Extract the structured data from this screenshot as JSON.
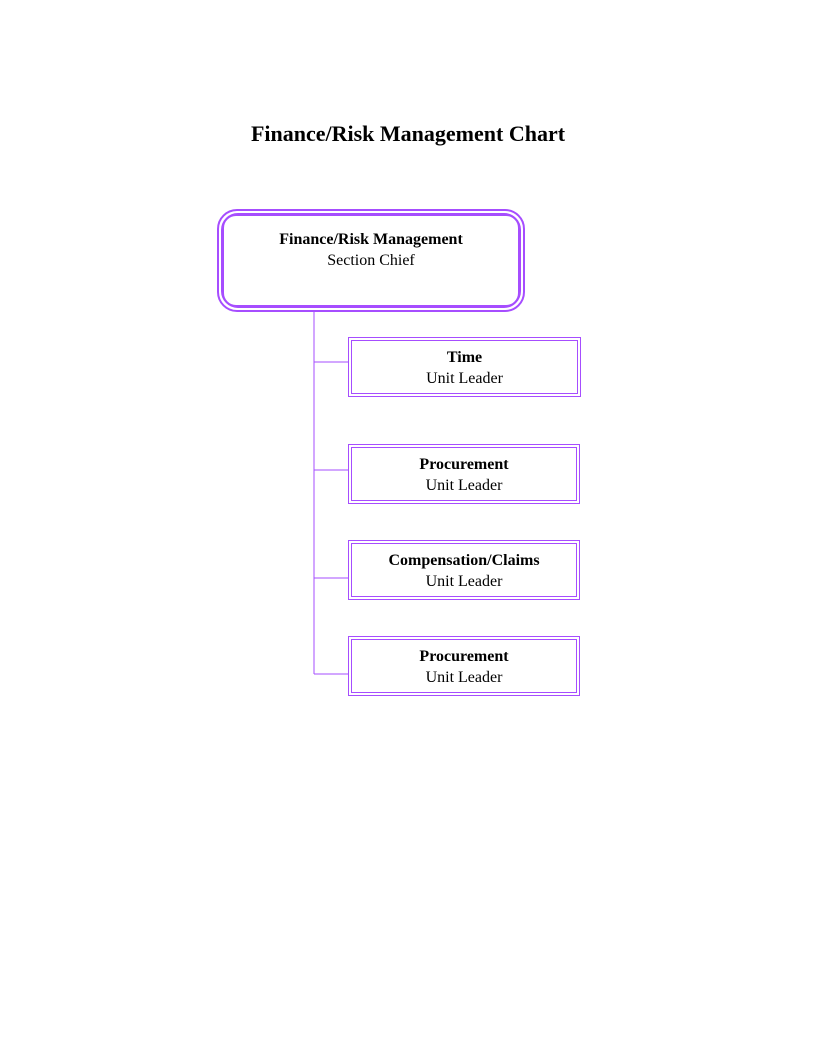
{
  "title": "Finance/Risk Management Chart",
  "colors": {
    "outline": "#a64dff",
    "text": "#000000",
    "background": "#ffffff"
  },
  "chief": {
    "name": "Finance/Risk Management",
    "role": "Section Chief"
  },
  "units": [
    {
      "name": "Time",
      "role": "Unit Leader"
    },
    {
      "name": "Procurement",
      "role": "Unit Leader"
    },
    {
      "name": "Compensation/Claims",
      "role": "Unit Leader"
    },
    {
      "name": "Procurement",
      "role": "Unit Leader"
    }
  ]
}
